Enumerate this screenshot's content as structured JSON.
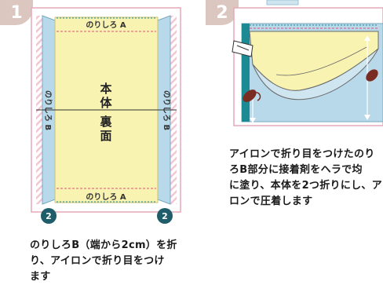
{
  "step1": {
    "number": "1",
    "label_top": "のりしろ A",
    "label_bottom": "のりしろ A",
    "label_left": "のりしろ B",
    "label_right": "のりしろ B",
    "body_label_line1": "本",
    "body_label_line2": "体",
    "reverse_label_line1": "裏",
    "reverse_label_line2": "面",
    "marker_left": "2",
    "marker_right": "2",
    "caption_lines": [
      "のりしろB（端から2cm）を折",
      "り、アイロンで折り目をつけ",
      "ます"
    ]
  },
  "step2": {
    "number": "2",
    "caption_lines": [
      "アイロンで折り目をつけたのり",
      "ろB部分に接着剤をヘラで均",
      "に塗り、本体を2つ折りにし、ア",
      "ロンで圧着します"
    ]
  },
  "colors": {
    "badge": "#dcc6c0",
    "panel_border": "#e6a9b8",
    "body_fill": "#f8f3b0",
    "margin_fill": "#b8d9ea",
    "dashed_line": "#e0507a",
    "marker": "#1f5d6b",
    "stripe": "#f1c7d3",
    "accent_teal": "#1b8a93"
  }
}
